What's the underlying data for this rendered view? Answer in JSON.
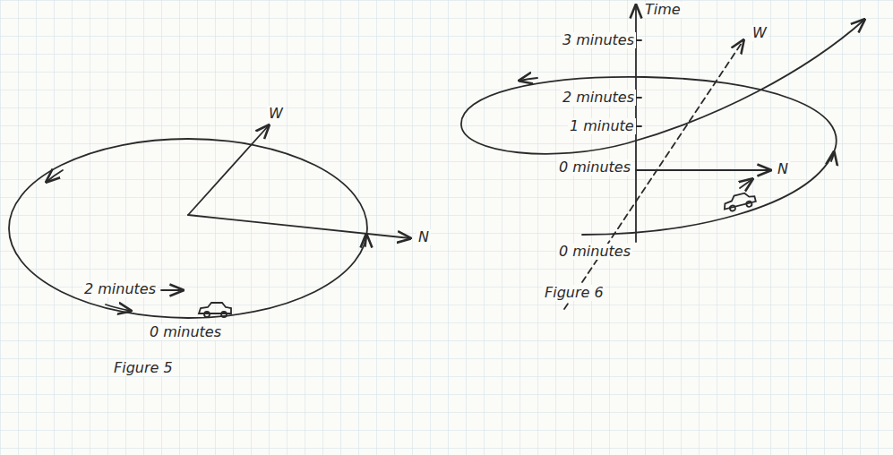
{
  "diagram": {
    "labels": [
      "W",
      "N",
      "2 minutes",
      "0 minutes",
      "Figure 5",
      "Time",
      "3 minutes",
      "2 minutes",
      "1 minute",
      "0 minutes",
      "W",
      "N",
      "0 minutes",
      "Figure 6"
    ]
  }
}
